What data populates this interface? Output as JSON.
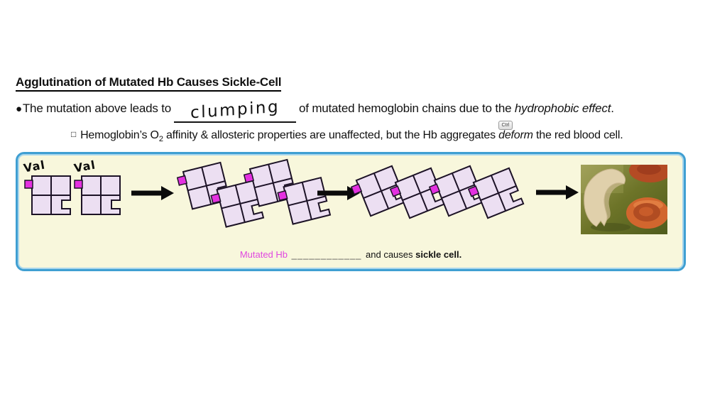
{
  "heading": {
    "title": "Agglutination of Mutated Hb Causes Sickle-Cell"
  },
  "bullet1": {
    "marker": "●",
    "text_before": "The mutation above leads to",
    "handwritten_answer": "clumping",
    "text_after": "of mutated hemoglobin chains due to the ",
    "italic_phrase": "hydrophobic effect",
    "period": "."
  },
  "bullet2": {
    "marker": "□",
    "text_start": "Hemoglobin’s O",
    "subscript": "2",
    "text_middle": " affinity & allosteric properties are unaffected, but the Hb aggregates ",
    "italic_word": "deform",
    "text_end": " the red blood cell."
  },
  "overlay": {
    "ctrl_key": "Ctrl"
  },
  "diagram": {
    "val_labels": [
      "Val",
      "Val"
    ],
    "caption": {
      "accent_label": "Mutated Hb",
      "blank": "____________",
      "middle": " and causes ",
      "bold_phrase": "sickle cell."
    },
    "colors": {
      "panel_border_blue": "#3f9fd2",
      "panel_inner_blue": "#a9d6ec",
      "panel_background_cream": "#f8f7dc",
      "tetramer_fill_lavender": "#ecdff2",
      "tetramer_outline": "#1c1226",
      "mutation_tab_magenta": "#e431e0",
      "caption_accent_magenta": "#e048e0",
      "arrow_black": "#0b0b0b"
    }
  }
}
